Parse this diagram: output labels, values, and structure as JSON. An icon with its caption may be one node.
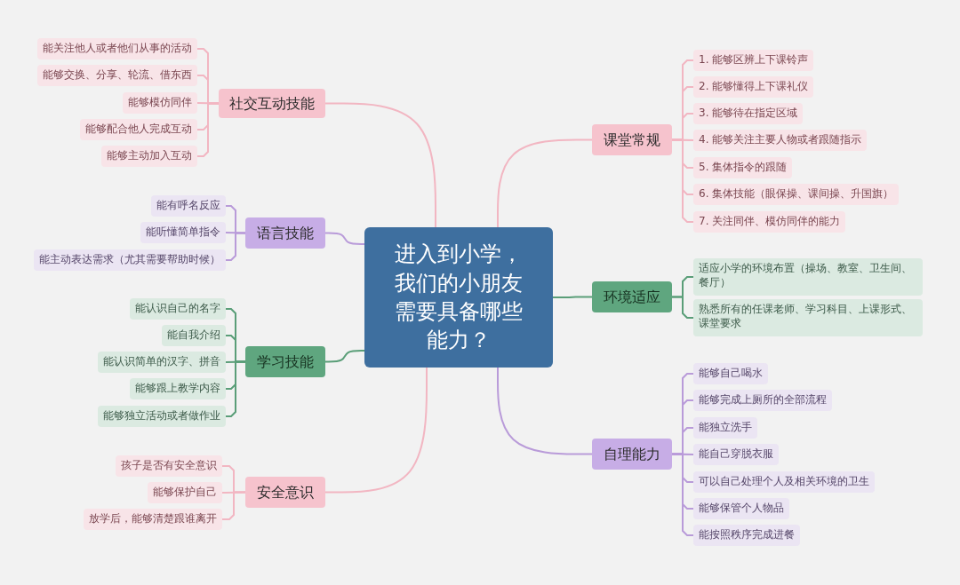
{
  "diagram": {
    "nodes": [
      {
        "text": [
          "进入到小学，我们的小朋友需要具备哪些能力？"
        ]
      },
      {
        "text": [
          "社交互动技能"
        ]
      },
      {
        "text": [
          "能关注他人或者他们从事的活动"
        ]
      },
      {
        "text": [
          "能够交换、分享、轮流、借东西"
        ]
      },
      {
        "text": [
          "能够模仿同伴"
        ]
      },
      {
        "text": [
          "能够配合他人完成互动"
        ]
      },
      {
        "text": [
          "能够主动加入互动"
        ]
      },
      {
        "text": [
          "语言技能"
        ]
      },
      {
        "text": [
          "能有呼名反应"
        ]
      },
      {
        "text": [
          "能听懂简单指令"
        ]
      },
      {
        "text": [
          "能主动表达需求（尤其需要帮助时候）"
        ]
      },
      {
        "text": [
          "学习技能"
        ]
      },
      {
        "text": [
          "能认识自己的名字"
        ]
      },
      {
        "text": [
          "能自我介绍"
        ]
      },
      {
        "text": [
          "能认识简单的汉字、拼音"
        ]
      },
      {
        "text": [
          "能够跟上教学内容"
        ]
      },
      {
        "text": [
          "能够独立活动或者做作业"
        ]
      },
      {
        "text": [
          "安全意识"
        ]
      },
      {
        "text": [
          "孩子是否有安全意识"
        ]
      },
      {
        "text": [
          "能够保护自己"
        ]
      },
      {
        "text": [
          "放学后，能够清楚跟谁离开"
        ]
      },
      {
        "text": [
          "课堂常规"
        ]
      },
      {
        "text": [
          "1. 能够区辨上下课铃声"
        ]
      },
      {
        "text": [
          "2. 能够懂得上下课礼仪"
        ]
      },
      {
        "text": [
          "3. 能够待在指定区域"
        ]
      },
      {
        "text": [
          "4. 能够关注主要人物或者跟随指示"
        ]
      },
      {
        "text": [
          "5. 集体指令的跟随"
        ]
      },
      {
        "text": [
          "6. 集体技能（眼保操、课间操、升国旗）"
        ]
      },
      {
        "text": [
          "7. 关注同伴、模仿同伴的能力"
        ]
      },
      {
        "text": [
          "环境适应"
        ]
      },
      {
        "text": [
          "适应小学的环境布置（操场、教室、卫生间、餐厅）"
        ]
      },
      {
        "text": [
          "熟悉所有的任课老师、学习科目、上课形式、课堂要求"
        ]
      },
      {
        "text": [
          "自理能力"
        ]
      },
      {
        "text": [
          "能够自己喝水"
        ]
      },
      {
        "text": [
          "能够完成上厕所的全部流程"
        ]
      },
      {
        "text": [
          "能独立洗手"
        ]
      },
      {
        "text": [
          "能自己穿脱衣服"
        ]
      },
      {
        "text": [
          "可以自己处理个人及相关环境的卫生"
        ]
      },
      {
        "text": [
          "能够保管个人物品"
        ]
      },
      {
        "text": [
          "能按照秩序完成进餐"
        ]
      }
    ],
    "edges": [
      {
        "from": 0,
        "to": 1,
        "arrow": "none"
      },
      {
        "from": 0,
        "to": 7,
        "arrow": "none",
        "color": "#b99bd9"
      },
      {
        "from": 0,
        "to": 11,
        "arrow": "none",
        "color": "#5a9e78"
      },
      {
        "from": 0,
        "to": 17,
        "arrow": "none"
      },
      {
        "from": 0,
        "to": 21,
        "arrow": "none"
      },
      {
        "from": 0,
        "to": 29,
        "arrow": "none",
        "color": "#5a9e78"
      },
      {
        "from": 0,
        "to": 32,
        "arrow": "none",
        "color": "#b99bd9"
      },
      {
        "from": 1,
        "to": 2,
        "arrow": "none"
      },
      {
        "from": 1,
        "to": 3,
        "arrow": "none"
      },
      {
        "from": 1,
        "to": 4,
        "arrow": "none"
      },
      {
        "from": 1,
        "to": 5,
        "arrow": "none"
      },
      {
        "from": 1,
        "to": 6,
        "arrow": "none"
      },
      {
        "from": 7,
        "to": 8,
        "arrow": "none",
        "color": "#b99bd9"
      },
      {
        "from": 7,
        "to": 9,
        "arrow": "none",
        "color": "#b99bd9"
      },
      {
        "from": 7,
        "to": 10,
        "arrow": "none",
        "color": "#b99bd9"
      },
      {
        "from": 11,
        "to": 12,
        "arrow": "none",
        "color": "#5a9e78"
      },
      {
        "from": 11,
        "to": 13,
        "arrow": "none",
        "color": "#5a9e78"
      },
      {
        "from": 11,
        "to": 14,
        "arrow": "none",
        "color": "#5a9e78"
      },
      {
        "from": 11,
        "to": 15,
        "arrow": "none",
        "color": "#5a9e78"
      },
      {
        "from": 11,
        "to": 16,
        "arrow": "none",
        "color": "#5a9e78"
      },
      {
        "from": 17,
        "to": 18,
        "arrow": "none"
      },
      {
        "from": 17,
        "to": 19,
        "arrow": "none"
      },
      {
        "from": 17,
        "to": 20,
        "arrow": "none"
      },
      {
        "from": 21,
        "to": 22,
        "arrow": "none"
      },
      {
        "from": 21,
        "to": 23,
        "arrow": "none"
      },
      {
        "from": 21,
        "to": 24,
        "arrow": "none"
      },
      {
        "from": 21,
        "to": 25,
        "arrow": "none"
      },
      {
        "from": 21,
        "to": 26,
        "arrow": "none"
      },
      {
        "from": 21,
        "to": 27,
        "arrow": "none"
      },
      {
        "from": 21,
        "to": 28,
        "arrow": "none"
      },
      {
        "from": 29,
        "to": 30,
        "arrow": "none",
        "color": "#5a9e78"
      },
      {
        "from": 29,
        "to": 31,
        "arrow": "none",
        "color": "#5a9e78"
      },
      {
        "from": 32,
        "to": 33,
        "arrow": "none",
        "color": "#b99bd9"
      },
      {
        "from": 32,
        "to": 34,
        "arrow": "none",
        "color": "#b99bd9"
      },
      {
        "from": 32,
        "to": 35,
        "arrow": "none",
        "color": "#b99bd9"
      },
      {
        "from": 32,
        "to": 36,
        "arrow": "none",
        "color": "#b99bd9"
      },
      {
        "from": 32,
        "to": 37,
        "arrow": "none",
        "color": "#b99bd9"
      },
      {
        "from": 32,
        "to": 38,
        "arrow": "none",
        "color": "#b99bd9"
      },
      {
        "from": 32,
        "to": 39,
        "arrow": "none",
        "color": "#b99bd9"
      }
    ]
  }
}
